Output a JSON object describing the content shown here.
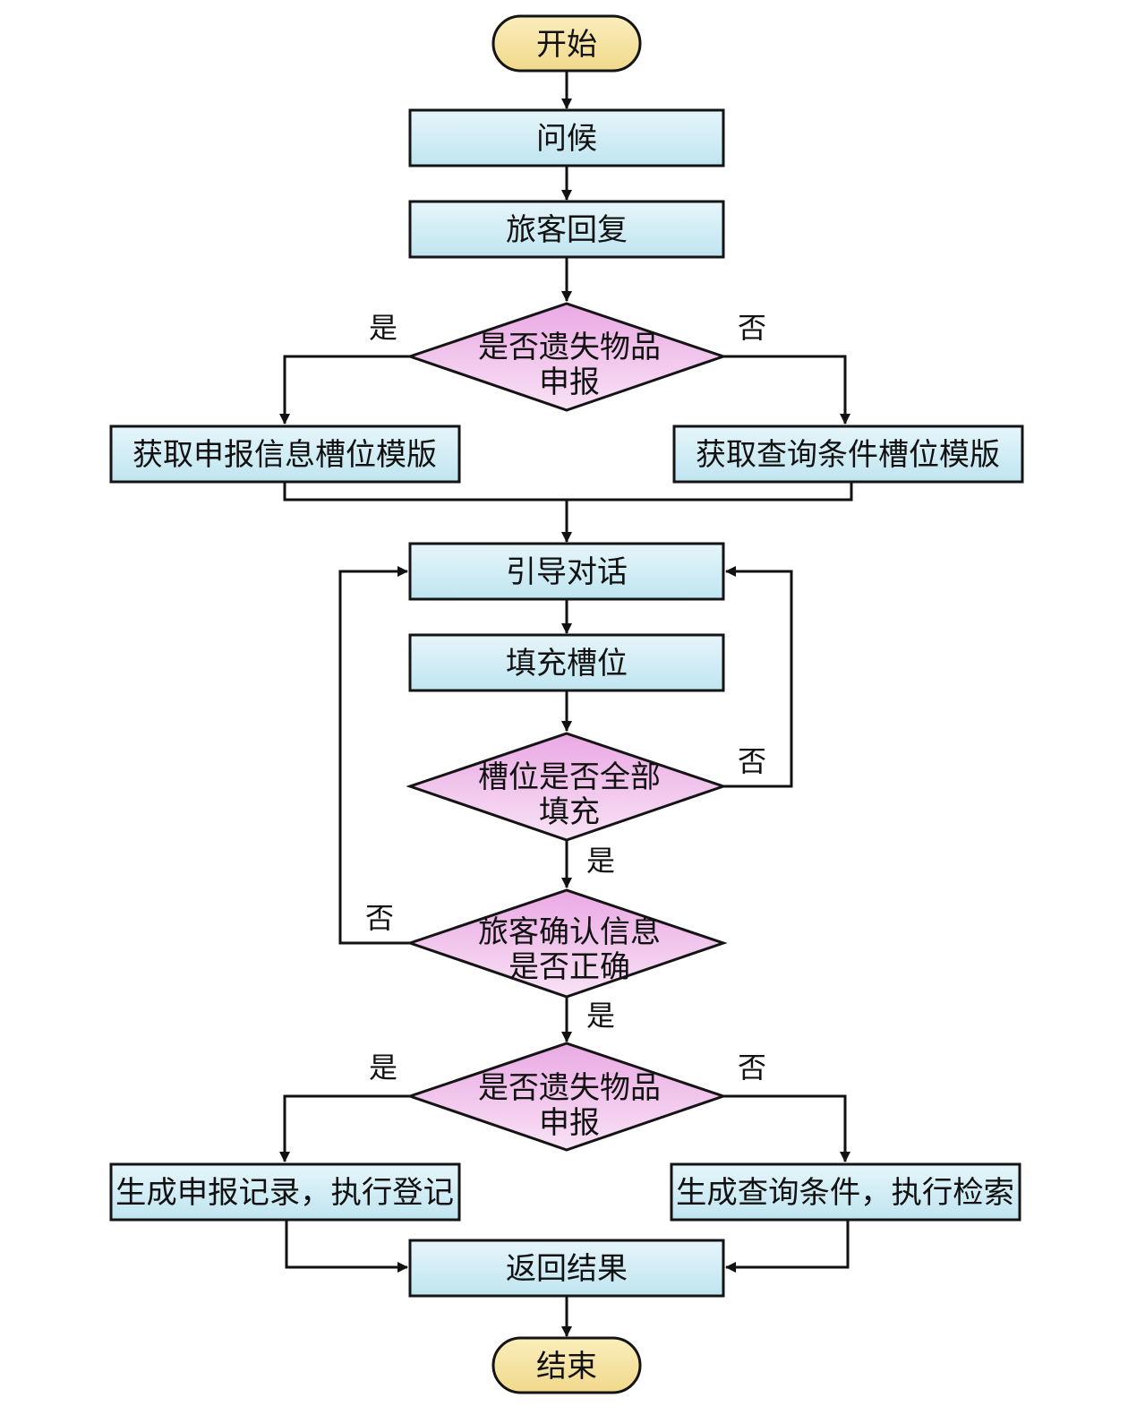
{
  "diagram": {
    "type": "flowchart",
    "colors": {
      "terminal_fill_top": "#fbeebc",
      "terminal_fill_bottom": "#f0d98c",
      "process_fill_top": "#e6f5fa",
      "process_fill_bottom": "#bfe5f0",
      "decision_fill_top": "#eaa9e4",
      "decision_fill_bottom": "#f8e2f5",
      "stroke": "#141414"
    },
    "nodes": {
      "start": {
        "kind": "terminal",
        "label": "开始"
      },
      "greet": {
        "kind": "process",
        "label": "问候"
      },
      "reply": {
        "kind": "process",
        "label": "旅客回复"
      },
      "decision_lost1": {
        "kind": "decision",
        "lines": [
          "是否遗失物品",
          "申报"
        ]
      },
      "tpl_report": {
        "kind": "process",
        "label": "获取申报信息槽位模版"
      },
      "tpl_query": {
        "kind": "process",
        "label": "获取查询条件槽位模版"
      },
      "guide": {
        "kind": "process",
        "label": "引导对话"
      },
      "fill": {
        "kind": "process",
        "label": "填充槽位"
      },
      "decision_filled": {
        "kind": "decision",
        "lines": [
          "槽位是否全部",
          "填充"
        ]
      },
      "decision_confirm": {
        "kind": "decision",
        "lines": [
          "旅客确认信息",
          "是否正确"
        ]
      },
      "decision_lost2": {
        "kind": "decision",
        "lines": [
          "是否遗失物品",
          "申报"
        ]
      },
      "do_register": {
        "kind": "process",
        "label": "生成申报记录，执行登记"
      },
      "do_search": {
        "kind": "process",
        "label": "生成查询条件，执行检索"
      },
      "result": {
        "kind": "process",
        "label": "返回结果"
      },
      "end": {
        "kind": "terminal",
        "label": "结束"
      }
    },
    "edges": [
      {
        "from": "start",
        "to": "greet",
        "label": ""
      },
      {
        "from": "greet",
        "to": "reply",
        "label": ""
      },
      {
        "from": "reply",
        "to": "decision_lost1",
        "label": ""
      },
      {
        "from": "decision_lost1",
        "to": "tpl_report",
        "label": "是"
      },
      {
        "from": "decision_lost1",
        "to": "tpl_query",
        "label": "否"
      },
      {
        "from": "tpl_report",
        "to": "guide",
        "label": ""
      },
      {
        "from": "tpl_query",
        "to": "guide",
        "label": ""
      },
      {
        "from": "guide",
        "to": "fill",
        "label": ""
      },
      {
        "from": "fill",
        "to": "decision_filled",
        "label": ""
      },
      {
        "from": "decision_filled",
        "to": "guide",
        "label": "否"
      },
      {
        "from": "decision_filled",
        "to": "decision_confirm",
        "label": "是"
      },
      {
        "from": "decision_confirm",
        "to": "guide",
        "label": "否"
      },
      {
        "from": "decision_confirm",
        "to": "decision_lost2",
        "label": "是"
      },
      {
        "from": "decision_lost2",
        "to": "do_register",
        "label": "是"
      },
      {
        "from": "decision_lost2",
        "to": "do_search",
        "label": "否"
      },
      {
        "from": "do_register",
        "to": "result",
        "label": ""
      },
      {
        "from": "do_search",
        "to": "result",
        "label": ""
      },
      {
        "from": "result",
        "to": "end",
        "label": ""
      }
    ]
  }
}
